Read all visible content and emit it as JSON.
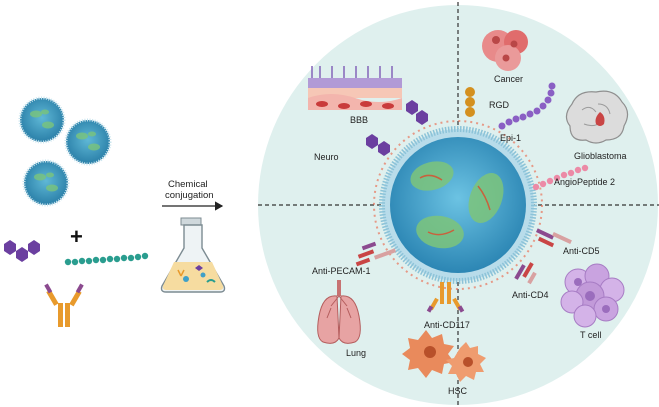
{
  "process": {
    "line1": "Chemical",
    "line2": "conjugation",
    "plus": "+"
  },
  "quadrants": {
    "neuro": "Neuro",
    "bbb": "BBB",
    "cancer": "Cancer",
    "rgd": "RGD",
    "epi1": "Epi-1",
    "glioblastoma": "Glioblastoma",
    "angiopeptide": "AngioPeptide 2",
    "anti_pecam": "Anti-PECAM-1",
    "lung": "Lung",
    "anti_cd117": "Anti-CD117",
    "hsc": "HSC",
    "anti_cd5": "Anti-CD5",
    "anti_cd4": "Anti-CD4",
    "tcell": "T cell"
  },
  "colors": {
    "circle_bg": "#dff0ee",
    "nanoparticle": "#3fa0c8",
    "peptide_purple": "#6b3fa0",
    "peptide_teal": "#2a9d8f",
    "antibody_orange": "#e89a2c",
    "cancer_red": "#e06c6c",
    "tcell_lilac": "#c9a3e0"
  },
  "icons": [
    "nanoparticle-icon",
    "peptide-icon",
    "antibody-icon",
    "flask-icon",
    "brain-icon",
    "lung-icon",
    "cell-icon"
  ]
}
